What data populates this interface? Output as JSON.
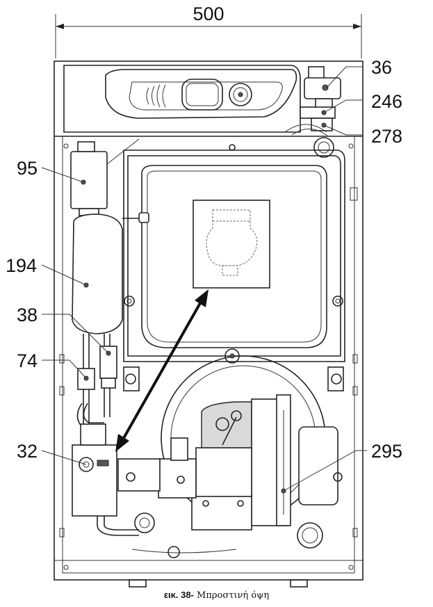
{
  "dimension": {
    "width_label": "500"
  },
  "callouts": {
    "c36": "36",
    "c246": "246",
    "c278": "278",
    "c95": "95",
    "c194": "194",
    "c38": "38",
    "c74": "74",
    "c32": "32",
    "c295": "295"
  },
  "caption": {
    "number": "εικ. 38-",
    "text": " Μπροστινή όψη"
  }
}
